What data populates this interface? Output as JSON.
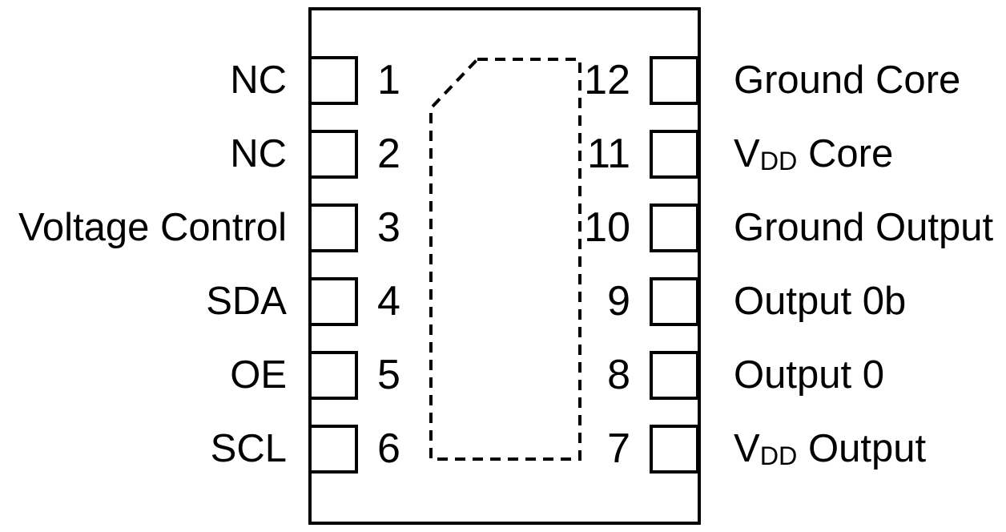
{
  "diagram": {
    "background_color": "#ffffff",
    "line_color": "#000000",
    "text_color": "#000000",
    "package": {
      "pin_count": "12",
      "orientation_mark": "dashed inner outline with chamfered top-left corner"
    },
    "pins": {
      "left": [
        {
          "number": "1",
          "label": "NC"
        },
        {
          "number": "2",
          "label": "NC"
        },
        {
          "number": "3",
          "label": "Voltage Control"
        },
        {
          "number": "4",
          "label": "SDA"
        },
        {
          "number": "5",
          "label": "OE"
        },
        {
          "number": "6",
          "label": "SCL"
        }
      ],
      "right": [
        {
          "number": "12",
          "label": "Ground Core"
        },
        {
          "number": "11",
          "label": "V",
          "sub": "DD",
          "rest": " Core"
        },
        {
          "number": "10",
          "label": "Ground Output"
        },
        {
          "number": "9",
          "label": "Output 0b"
        },
        {
          "number": "8",
          "label": "Output 0"
        },
        {
          "number": "7",
          "label": "V",
          "sub": "DD",
          "rest": " Output"
        }
      ]
    }
  }
}
